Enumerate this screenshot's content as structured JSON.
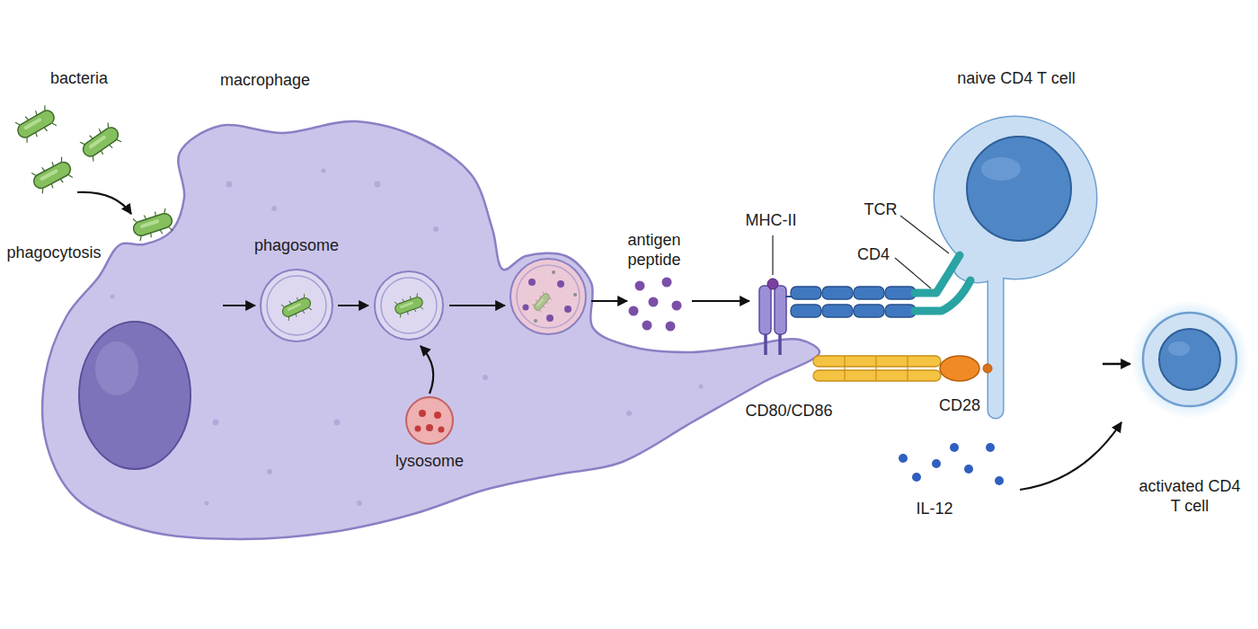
{
  "diagram": {
    "nodes": [
      {
        "text": [
          "macrophage"
        ]
      },
      {
        "text": [
          "phagosome"
        ],
        "in": 0
      },
      {
        "text": [
          "lysosome"
        ],
        "in": 0
      },
      {
        "text": [
          "naive CD4 T cell"
        ]
      },
      {
        "text": [
          "activated CD4 T cell"
        ]
      }
    ],
    "edges": [
      {
        "from": 3,
        "to": 4,
        "arrow": "to"
      }
    ],
    "labels": [
      "bacteria",
      "phagocytosis",
      "antigen peptide",
      "MHC-II",
      "TCR",
      "CD4",
      "CD80/CD86",
      "CD28",
      "IL-12"
    ]
  }
}
